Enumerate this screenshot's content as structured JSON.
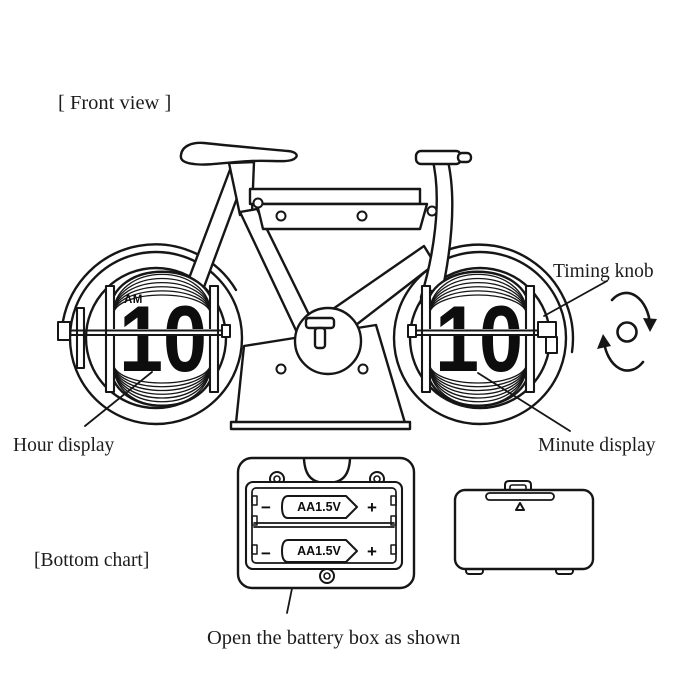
{
  "page": {
    "background": "#ffffff",
    "line_color": "#161616"
  },
  "labels": {
    "front_view": "[ Front view ]",
    "timing_knob": "Timing knob",
    "hour_display": "Hour display",
    "minute_display": "Minute display",
    "bottom_chart": "[Bottom chart]",
    "caption": "Open the battery box as shown"
  },
  "clock": {
    "hour_value": "10",
    "minute_value": "10",
    "meridiem": "AM"
  },
  "battery": {
    "cell_label": "AA1.5V",
    "minus": "−",
    "plus": "+",
    "slots": [
      {
        "label": "AA1.5V"
      },
      {
        "label": "AA1.5V"
      }
    ]
  },
  "icons": {
    "rotation": "rotation-arrows-icon"
  }
}
